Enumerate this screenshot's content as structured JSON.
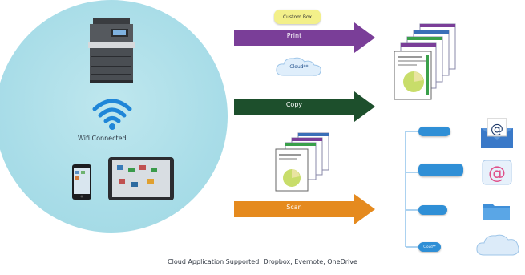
{
  "hub": {
    "wifi_label": "Wifi Connected",
    "tablet_screen_color": "#d8dde2"
  },
  "workflows": {
    "custom_box_label": "Custom Box",
    "print_label": "Print",
    "cloud_label": "Cloud**",
    "copy_label": "Copy",
    "scan_label": "Scan"
  },
  "scan_destinations": [
    {
      "label": "",
      "icon": "email-envelope-icon"
    },
    {
      "label": "",
      "icon": "email-at-icon"
    },
    {
      "label": "",
      "icon": "folder-icon"
    },
    {
      "label": "Cloud**",
      "icon": "cloud-icon"
    }
  ],
  "colors": {
    "print_arrow": "#7a3e98",
    "copy_arrow": "#1d4f2c",
    "scan_arrow": "#e58a1e",
    "circle": "#a9dde8",
    "wifi": "#1f86d8",
    "destination_pill": "#2f8fd6"
  },
  "caption": "Cloud Application Supported: Dropbox, Evernote, OneDrive"
}
